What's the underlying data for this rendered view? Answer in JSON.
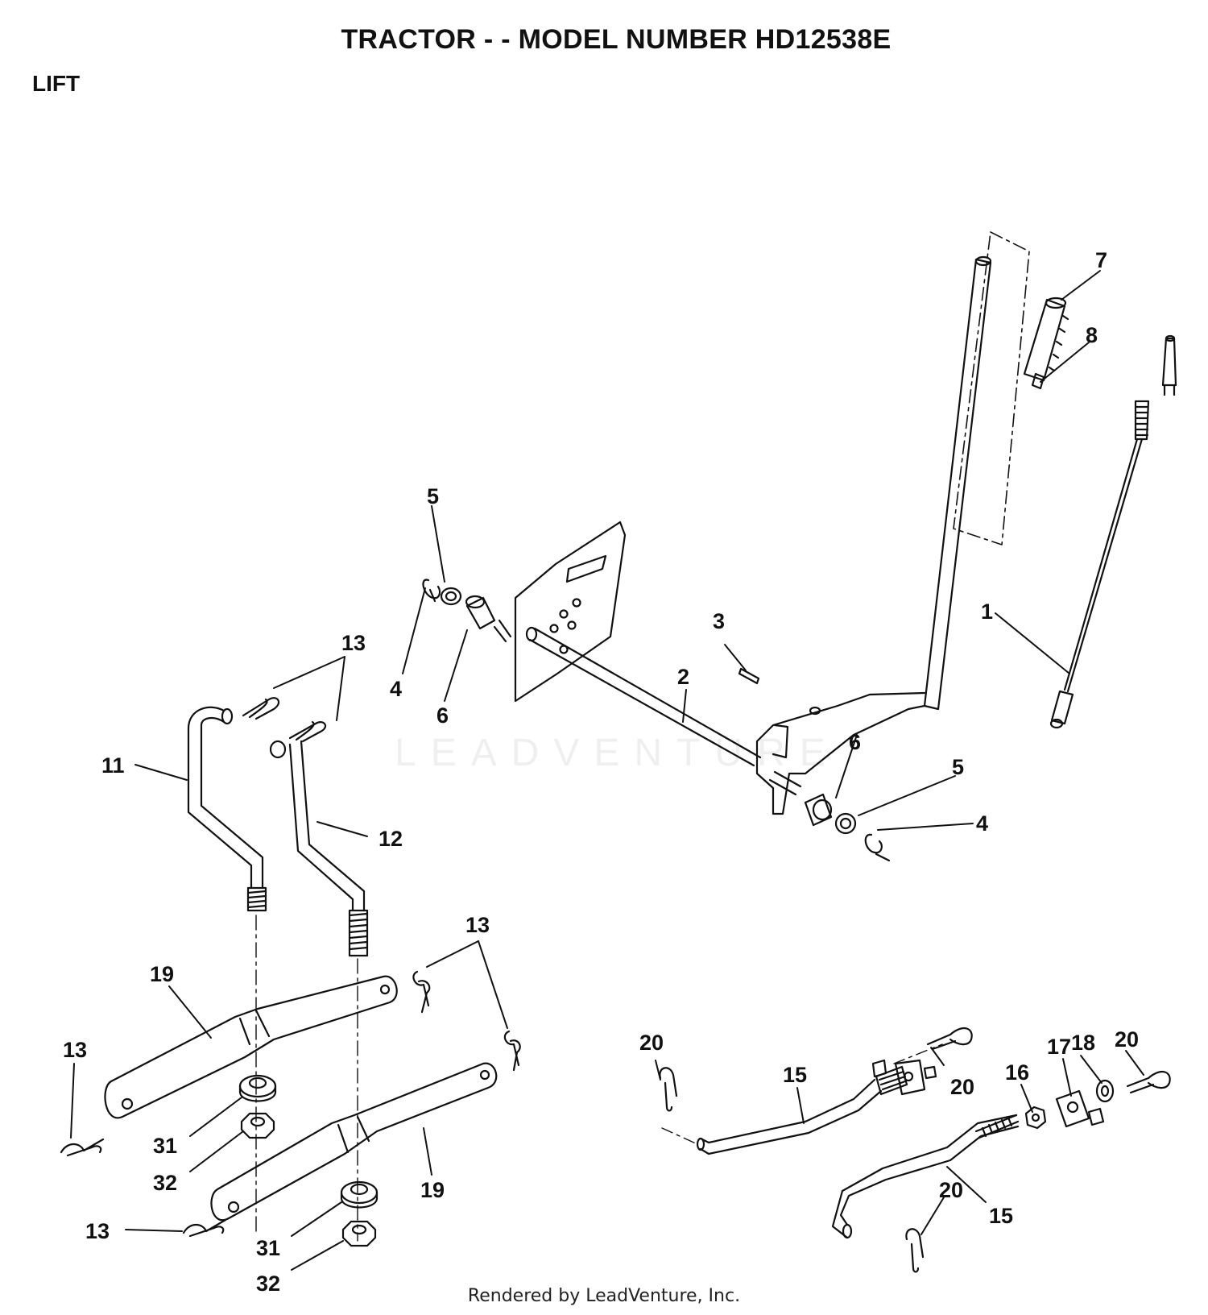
{
  "header": {
    "title": "TRACTOR - - MODEL NUMBER HD12538E",
    "section": "LIFT"
  },
  "watermark": "LEADVENTURE",
  "footer": "Rendered by LeadVenture, Inc.",
  "callouts": {
    "c1": "1",
    "c2": "2",
    "c3": "3",
    "c4a": "4",
    "c4b": "4",
    "c5a": "5",
    "c5b": "5",
    "c6a": "6",
    "c6b": "6",
    "c7": "7",
    "c8": "8",
    "c11": "11",
    "c12": "12",
    "c13a": "13",
    "c13b": "13",
    "c13c": "13",
    "c13d": "13",
    "c15a": "15",
    "c15b": "15",
    "c16": "16",
    "c17": "17",
    "c18": "18",
    "c19a": "19",
    "c19b": "19",
    "c20a": "20",
    "c20b": "20",
    "c20c": "20",
    "c20d": "20",
    "c31a": "31",
    "c31b": "31",
    "c32a": "32",
    "c32b": "32"
  }
}
